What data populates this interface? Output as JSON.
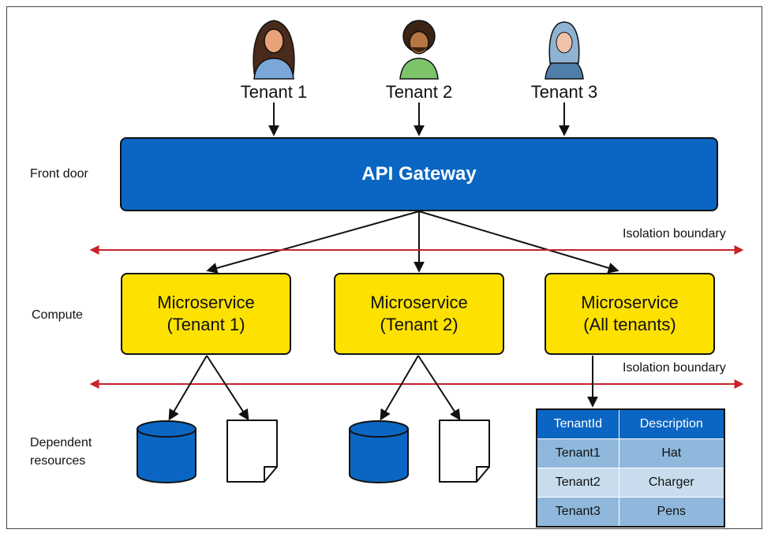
{
  "tenants": [
    {
      "label": "Tenant 1",
      "avatar": "woman-long-hair-avatar"
    },
    {
      "label": "Tenant 2",
      "avatar": "man-curly-hair-beard-avatar"
    },
    {
      "label": "Tenant 3",
      "avatar": "woman-hijab-avatar"
    }
  ],
  "layers": {
    "front_door": "Front door",
    "compute": "Compute",
    "dependent_line1": "Dependent",
    "dependent_line2": "resources"
  },
  "gateway": {
    "label": "API Gateway"
  },
  "boundaries": {
    "top": "Isolation boundary",
    "bottom": "Isolation boundary"
  },
  "microservices": [
    {
      "line1": "Microservice",
      "line2": "(Tenant 1)"
    },
    {
      "line1": "Microservice",
      "line2": "(Tenant 2)"
    },
    {
      "line1": "Microservice",
      "line2": "(All tenants)"
    }
  ],
  "table": {
    "headers": [
      "TenantId",
      "Description"
    ],
    "rows": [
      [
        "Tenant1",
        "Hat"
      ],
      [
        "Tenant2",
        "Charger"
      ],
      [
        "Tenant3",
        "Pens"
      ]
    ]
  },
  "colors": {
    "gateway_blue": "#0a66c2",
    "microservice_yellow": "#fde100",
    "boundary_red": "#c8232c",
    "database_blue": "#0a66c2"
  }
}
